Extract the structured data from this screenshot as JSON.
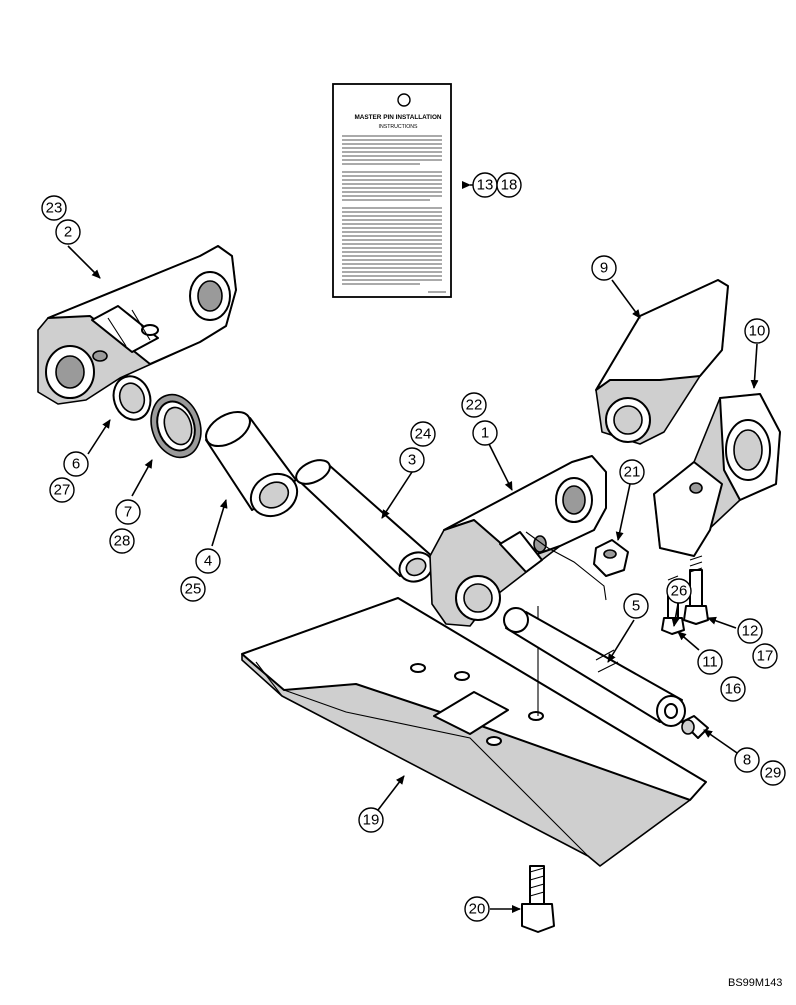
{
  "instruction_card": {
    "title": "MASTER PIN INSTALLATION",
    "subtitle": "INSTRUCTIONS"
  },
  "callouts": {
    "c1": "1",
    "c2": "2",
    "c3": "3",
    "c4": "4",
    "c5": "5",
    "c6": "6",
    "c7": "7",
    "c8": "8",
    "c9": "9",
    "c10": "10",
    "c11": "11",
    "c12": "12",
    "c13": "13",
    "c16": "16",
    "c17": "17",
    "c18": "18",
    "c19": "19",
    "c20": "20",
    "c21": "21",
    "c22": "22",
    "c23": "23",
    "c24": "24",
    "c25": "25",
    "c26": "26",
    "c27": "27",
    "c28": "28",
    "c29": "29"
  },
  "figure_code": "BS99M143"
}
